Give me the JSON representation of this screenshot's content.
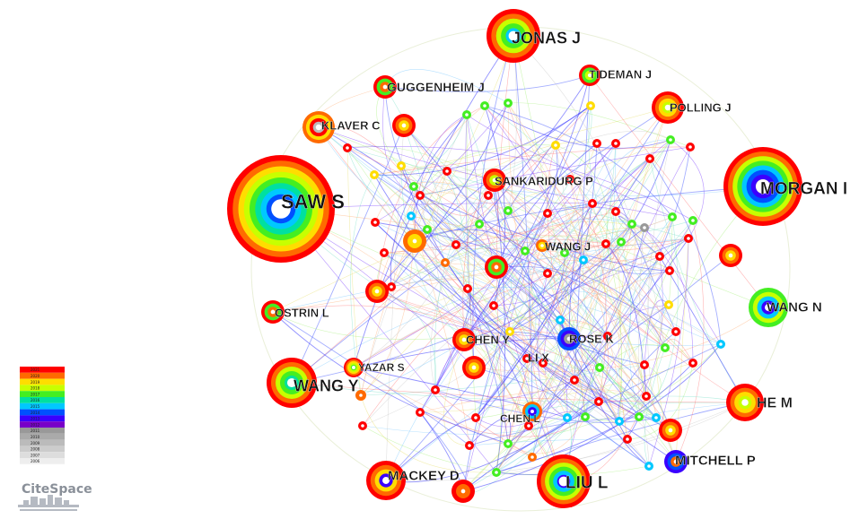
{
  "app": {
    "logo_text": "CiteSpace"
  },
  "timeline": {
    "years": [
      "2021",
      "2020",
      "2019",
      "2018",
      "2017",
      "2016",
      "2015",
      "2014",
      "2013",
      "2012",
      "2011",
      "2010",
      "2009",
      "2008",
      "2007",
      "2006"
    ],
    "colors": [
      "#ff0000",
      "#ff6a00",
      "#ffdd00",
      "#c8ff00",
      "#44ee22",
      "#00e0a0",
      "#00c8ff",
      "#0050ff",
      "#3a00ff",
      "#7800c8",
      "#999999",
      "#aaaaaa",
      "#bbbbbb",
      "#cccccc",
      "#dddddd",
      "#eeeeee"
    ]
  },
  "authors": [
    {
      "id": "saw-s",
      "label": "SAW S"
    },
    {
      "id": "morgan-i",
      "label": "MORGAN I"
    },
    {
      "id": "jonas-j",
      "label": "JONAS J"
    },
    {
      "id": "liu-l",
      "label": "LIU L"
    },
    {
      "id": "wang-y",
      "label": "WANG Y"
    },
    {
      "id": "he-m",
      "label": "HE M"
    },
    {
      "id": "wang-n",
      "label": "WANG N"
    },
    {
      "id": "mitchell-p",
      "label": "MITCHELL P"
    },
    {
      "id": "mackey-d",
      "label": "MACKEY D"
    },
    {
      "id": "guggenheim-j",
      "label": "GUGGENHEIM J"
    },
    {
      "id": "polling-j",
      "label": "POLLING J"
    },
    {
      "id": "tideman-j",
      "label": "TIDEMAN J"
    },
    {
      "id": "klaver-c",
      "label": "KLAVER C"
    },
    {
      "id": "sankaridurg-p",
      "label": "SANKARIDURG P"
    },
    {
      "id": "wang-j",
      "label": "WANG J"
    },
    {
      "id": "ostrin-l",
      "label": "OSTRIN L"
    },
    {
      "id": "chen-y",
      "label": "CHEN Y"
    },
    {
      "id": "rose-k",
      "label": "ROSE K"
    },
    {
      "id": "li-x",
      "label": "LI X"
    },
    {
      "id": "yazar-s",
      "label": "YAZAR S"
    },
    {
      "id": "chen-l",
      "label": "CHEN L"
    }
  ]
}
